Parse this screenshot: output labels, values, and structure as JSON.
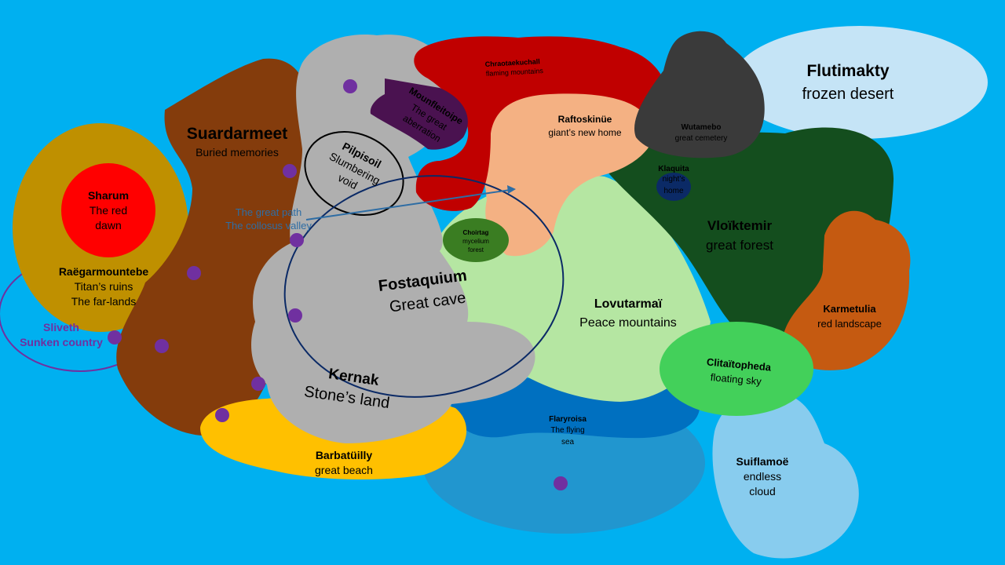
{
  "colors": {
    "ocean": "#00B0F0",
    "marker": "#7030A0"
  },
  "regions": {
    "flutimakty": {
      "name": "Flutimakty",
      "desc": "frozen desert",
      "color": "#C5E4F6"
    },
    "suardarmeet": {
      "name": "Suardarmeet",
      "desc": "Buried memories",
      "color": "#843C0C"
    },
    "sharum": {
      "name": "Sharum",
      "desc1": "The red",
      "desc2": "dawn",
      "color": "#FF0000"
    },
    "raegarmountebe": {
      "name": "Raëgarmountebe",
      "desc1": "Titan’s ruins",
      "desc2": "The far-lands",
      "color": "#BF9000"
    },
    "sliveth": {
      "name1": "Sliveth",
      "name2": "Sunken country",
      "color": "#7030A0"
    },
    "pilpisoil": {
      "name": "Pilpisoil",
      "desc1": "Slumbering",
      "desc2": "void"
    },
    "mounfleitoipe": {
      "name": "Mounfleitoipe",
      "desc1": "The great",
      "desc2": "aberration",
      "color": "#4A1250"
    },
    "chraotaekuchall": {
      "name": "Chraotaekuchall",
      "desc": "flaming mountains",
      "color": "#C00000"
    },
    "raftoskinue": {
      "name": "Raftoskinüe",
      "desc": "giant’s new home",
      "color": "#F4B183"
    },
    "wutamebo": {
      "name": "Wutamebo",
      "desc": "great cemetery",
      "color": "#3A3A3A"
    },
    "klaquita": {
      "name": "Klaquita",
      "desc1": "night’s",
      "desc2": "home",
      "color": "#0B2A66"
    },
    "great_path": {
      "line1": "The great path",
      "line2": "The collosus valley",
      "color": "#2E6DA4"
    },
    "choirtag": {
      "name": "Choirtag",
      "desc1": "mycelium",
      "desc2": "forest",
      "color": "#3A7D22"
    },
    "vloiktemir": {
      "name": "Vloïktemir",
      "desc": "great forest",
      "color": "#144E1E"
    },
    "karmetulia": {
      "name": "Karmetulia",
      "desc": "red landscape",
      "color": "#C55A11"
    },
    "fostaquium": {
      "name": "Fostaquium",
      "desc": "Great cave",
      "color": "#AFAFAF"
    },
    "lovutarmai": {
      "name": "Lovutarmaï",
      "desc": "Peace mountains",
      "color": "#B5E6A2"
    },
    "kernak": {
      "name": "Kernak",
      "desc": "Stone’s land"
    },
    "clitaitopheda": {
      "name": "Clitaïtopheda",
      "desc": "floating sky",
      "color": "#43D05A"
    },
    "flaryroisa": {
      "name": "Flaryroisa",
      "desc1": "The flying",
      "desc2": "sea",
      "color": "#0070C0"
    },
    "barbatuilly": {
      "name": "Barbatüilly",
      "desc": "great beach",
      "color": "#FFC000"
    },
    "suiflamoe": {
      "name": "Suiflamoë",
      "desc1": "endless",
      "desc2": "cloud",
      "color": "#88CCEE"
    }
  }
}
